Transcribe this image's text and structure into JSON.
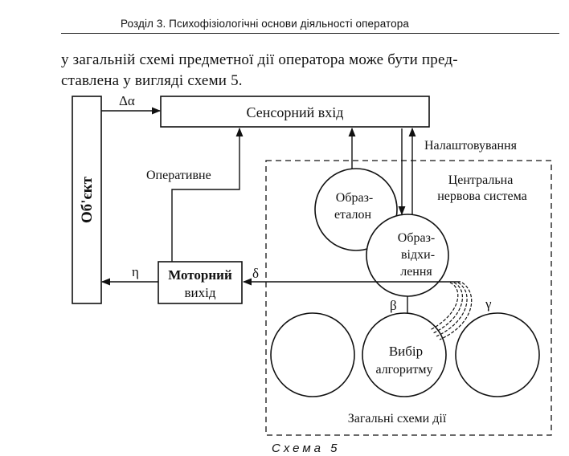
{
  "header": {
    "title": "Розділ 3. Психофізіологічні основи діяльності оператора"
  },
  "paragraph": {
    "line1": "у загальній схемі предметної дії оператора може бути пред-",
    "line2": "ставлена у вигляді схеми 5."
  },
  "diagram": {
    "object_label": "Об'єкт",
    "sensory_input": "Сенсорний вхід",
    "motor_output": [
      "Моторний",
      "вихід"
    ],
    "operative": "Оперативне",
    "tuning": "Налаштовування",
    "cns": [
      "Центральна",
      "нервова система"
    ],
    "reference_image": [
      "Образ-",
      "еталон"
    ],
    "deviation_image": [
      "Образ-",
      "відхи-",
      "лення"
    ],
    "algorithm_choice": [
      "Вибір",
      "алгоритму"
    ],
    "general_schemes": "Загальні схеми дії",
    "symbols": {
      "delta_alpha": "Δα",
      "eta": "η",
      "delta": "δ",
      "beta": "β",
      "gamma": "γ"
    }
  },
  "caption": "Схема 5"
}
